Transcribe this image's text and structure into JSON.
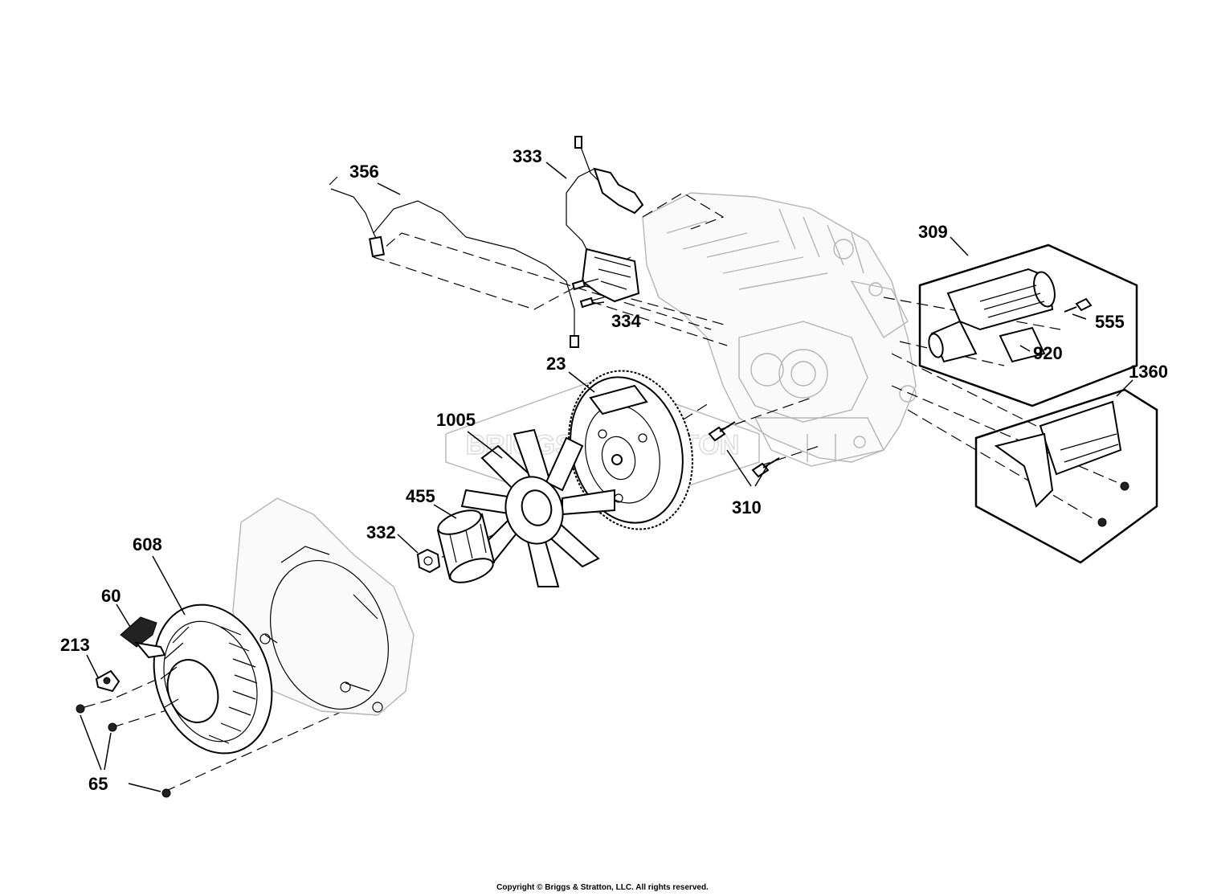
{
  "callouts": [
    {
      "id": "356",
      "label": "356"
    },
    {
      "id": "333",
      "label": "333"
    },
    {
      "id": "334",
      "label": "334"
    },
    {
      "id": "309",
      "label": "309"
    },
    {
      "id": "555",
      "label": "555"
    },
    {
      "id": "920",
      "label": "920"
    },
    {
      "id": "1360",
      "label": "1360"
    },
    {
      "id": "23",
      "label": "23"
    },
    {
      "id": "1005",
      "label": "1005"
    },
    {
      "id": "310",
      "label": "310"
    },
    {
      "id": "455",
      "label": "455"
    },
    {
      "id": "332",
      "label": "332"
    },
    {
      "id": "608",
      "label": "608"
    },
    {
      "id": "60",
      "label": "60"
    },
    {
      "id": "213",
      "label": "213"
    },
    {
      "id": "65",
      "label": "65"
    }
  ],
  "watermark_text": "BRIGGS&STRATTON",
  "copyright": "Copyright © Briggs & Stratton, LLC. All rights reserved.",
  "colors": {
    "line": "#000000",
    "ghost": "#b5b5b5",
    "background": "#ffffff"
  }
}
